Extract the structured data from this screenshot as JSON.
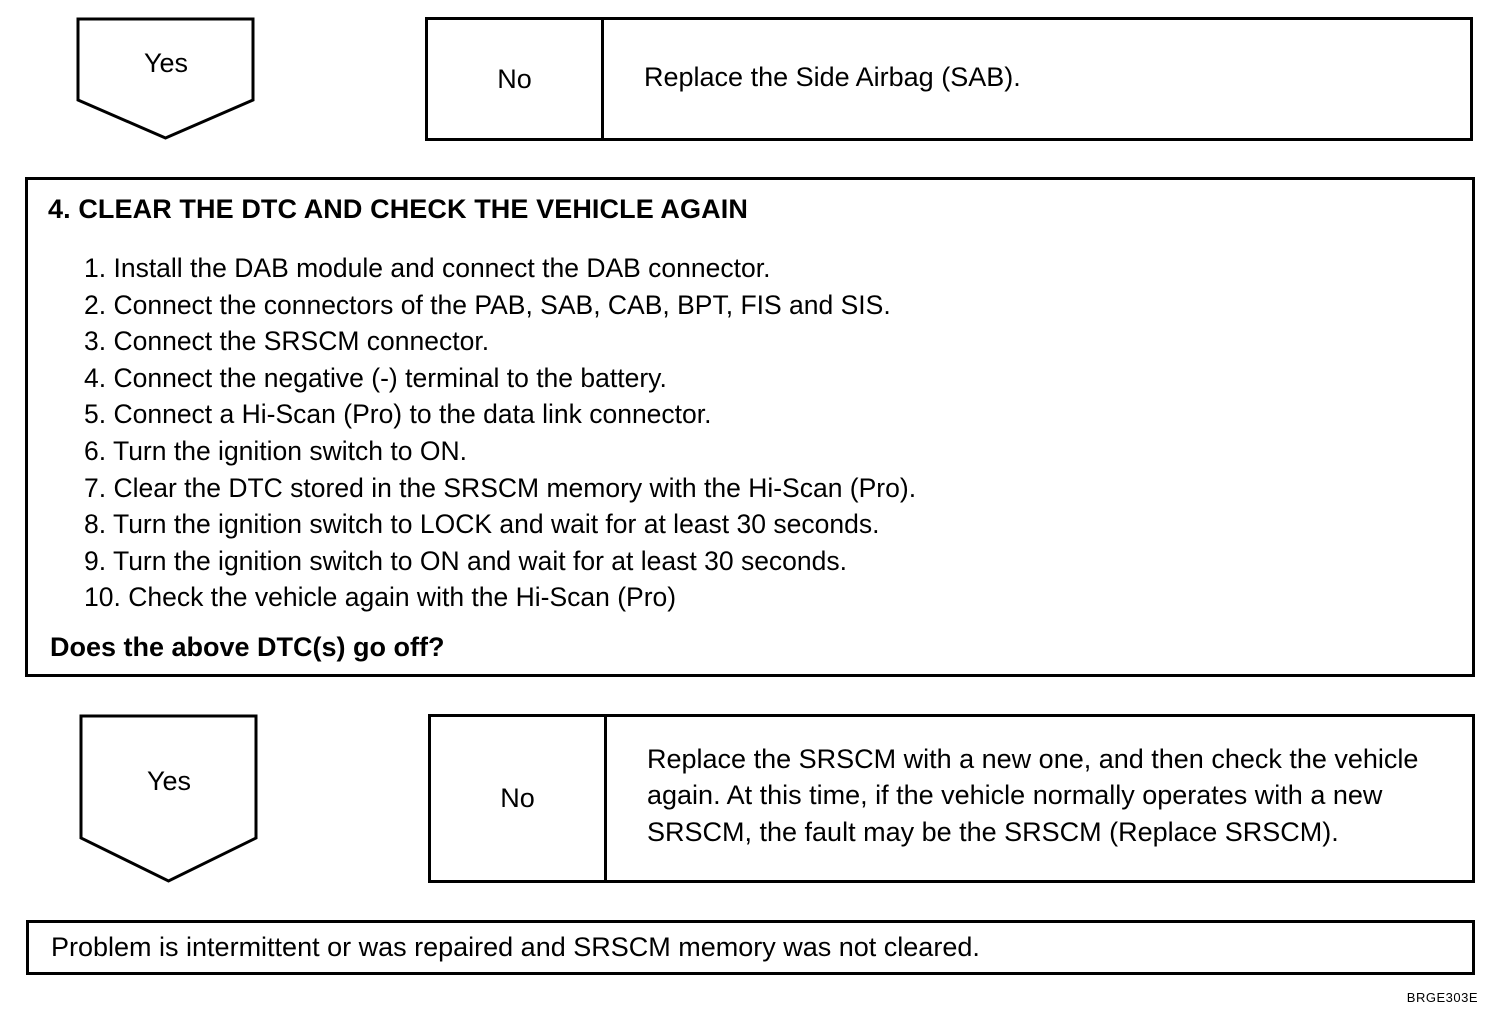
{
  "decision_top": {
    "yes_label": "Yes",
    "no_label": "No",
    "no_action": "Replace the Side Airbag (SAB)."
  },
  "step4": {
    "title": "4. CLEAR THE DTC AND CHECK THE VEHICLE AGAIN",
    "items": [
      "1. Install the DAB module and connect the DAB connector.",
      "2. Connect the connectors of the PAB, SAB, CAB, BPT, FIS and SIS.",
      "3. Connect the SRSCM connector.",
      "4. Connect the negative (-) terminal to the battery.",
      "5. Connect a Hi-Scan (Pro) to the data link connector.",
      "6. Turn the ignition switch to ON.",
      "7. Clear the DTC stored in the SRSCM memory with the Hi-Scan (Pro).",
      "8. Turn the ignition switch to LOCK and wait for at least 30 seconds.",
      "9. Turn the ignition switch to ON and wait for at least 30 seconds.",
      "10. Check the vehicle again with the Hi-Scan (Pro)"
    ],
    "question": "Does the above DTC(s) go off?"
  },
  "decision_bottom": {
    "yes_label": "Yes",
    "no_label": "No",
    "no_action": "Replace the SRSCM with a new one, and then check the vehicle again. At this time, if the vehicle normally operates with a new SRSCM, the fault may be the SRSCM (Replace SRSCM)."
  },
  "final_result": "Problem is intermittent or was repaired and SRSCM memory was not cleared.",
  "figure_code": "BRGE303E"
}
